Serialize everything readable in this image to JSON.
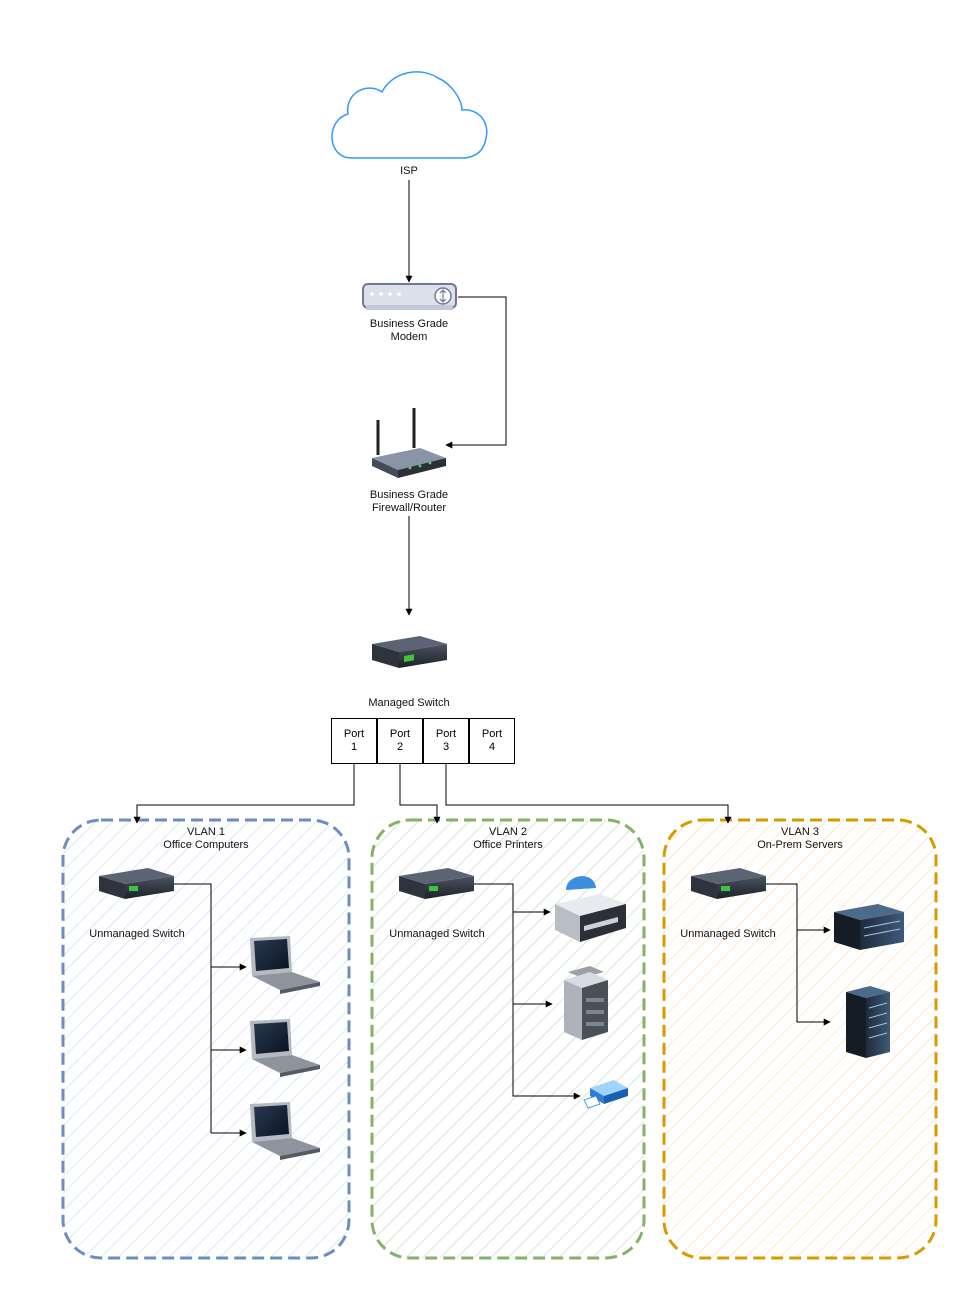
{
  "nodes": {
    "isp": "ISP",
    "modem_line1": "Business Grade",
    "modem_line2": "Modem",
    "router_line1": "Business Grade",
    "router_line2": "Firewall/Router",
    "managed_switch": "Managed Switch"
  },
  "ports": [
    {
      "word": "Port",
      "num": "1"
    },
    {
      "word": "Port",
      "num": "2"
    },
    {
      "word": "Port",
      "num": "3"
    },
    {
      "word": "Port",
      "num": "4"
    }
  ],
  "vlans": [
    {
      "title": "VLAN 1",
      "subtitle": "Office Computers",
      "switch_label": "Unmanaged Switch",
      "color": "#6c8ebf",
      "fill": "#dae8fc"
    },
    {
      "title": "VLAN 2",
      "subtitle": "Office Printers",
      "switch_label": "Unmanaged Switch",
      "color": "#82b366",
      "fill": "#d5e8d4"
    },
    {
      "title": "VLAN 3",
      "subtitle": "On-Prem Servers",
      "switch_label": "Unmanaged Switch",
      "color": "#d79b00",
      "fill": "#ffe6cc"
    }
  ],
  "colors": {
    "cloud_stroke": "#3399ff",
    "line": "#000000"
  }
}
